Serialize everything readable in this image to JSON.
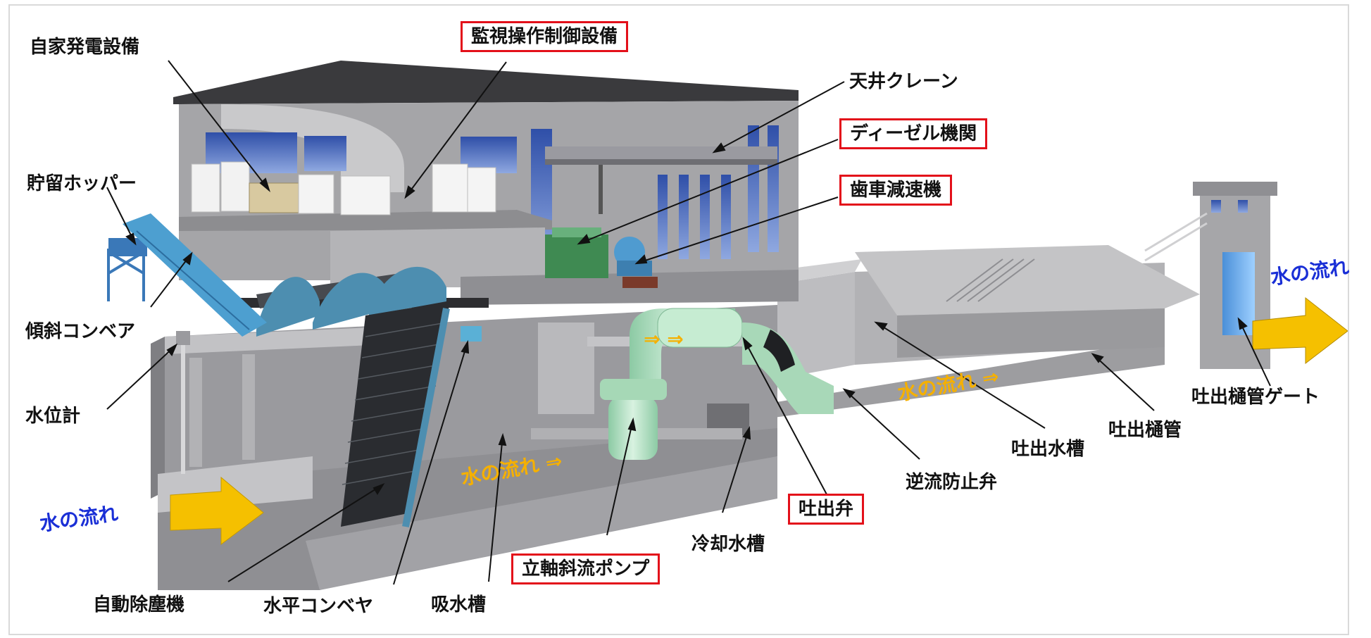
{
  "labels": {
    "jika_hatsuden": "自家発電設備",
    "kanshi_sosa": "監視操作制御設備",
    "tenjo_crane": "天井クレーン",
    "diesel": "ディーゼル機関",
    "haguruma": "歯車減速機",
    "choryu_hopper": "貯留ホッパー",
    "keisha_conveyor": "傾斜コンベア",
    "suiikei": "水位計",
    "jido_jojinki": "自動除塵機",
    "suihei_conveyor": "水平コンベヤ",
    "kyusuiso": "吸水槽",
    "tatejiku_pump": "立軸斜流ポンプ",
    "reikyaku_suiso": "冷却水槽",
    "toshutsuben": "吐出弁",
    "gyakuryu_boshiben": "逆流防止弁",
    "toshutsu_suiso": "吐出水槽",
    "toshutsu_hikan": "吐出樋管",
    "toshutsu_hikan_gate": "吐出樋管ゲート"
  },
  "flow": {
    "inlet": "水の流れ",
    "intake": "水の流れ ⇒",
    "pipe_arrows": "⇒ ⇒",
    "tank": "水の流れ ⇒",
    "outlet": "水の流れ"
  },
  "colors": {
    "highlight_border": "#e3101a",
    "flow_arrow": "#f5c000",
    "flow_text_blue": "#1a2fd6",
    "flow_text_yellow": "#f5b000",
    "concrete": "#a9a9ab",
    "equipment_blue": "#5b9bc4",
    "pump_green": "#b8e0c4"
  }
}
